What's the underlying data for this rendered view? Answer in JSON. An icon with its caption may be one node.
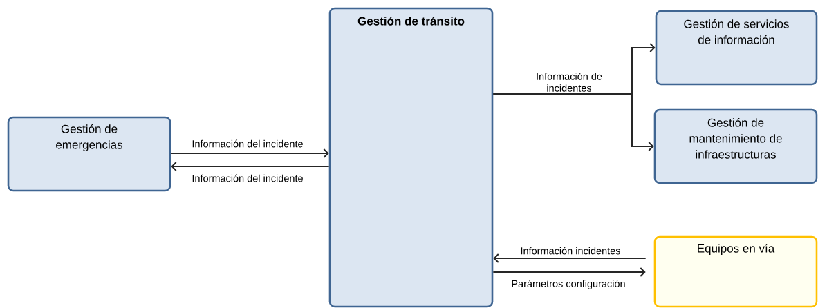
{
  "diagram": {
    "nodes": [
      {
        "text": [
          "Gestión de emergencias"
        ]
      },
      {
        "text": [
          "Gestión de tránsito"
        ]
      },
      {
        "text": [
          "Gestión de servicios de información"
        ]
      },
      {
        "text": [
          "Gestión de mantenimiento de infraestructuras"
        ]
      },
      {
        "text": [
          "Equipos en vía"
        ]
      }
    ],
    "edges": [
      {
        "from": 0,
        "to": 1,
        "arrow": "to",
        "label": "Información del incidente"
      },
      {
        "from": 1,
        "to": 0,
        "arrow": "to",
        "label": "Información del incidente"
      },
      {
        "from": 1,
        "to": 2,
        "arrow": "to",
        "label": "Información de incidentes"
      },
      {
        "from": 1,
        "to": 3,
        "arrow": "to"
      },
      {
        "from": 4,
        "to": 1,
        "arrow": "to",
        "label": "Información incidentes"
      },
      {
        "from": 1,
        "to": 4,
        "arrow": "to",
        "label": "Parámetros configuración"
      }
    ]
  }
}
